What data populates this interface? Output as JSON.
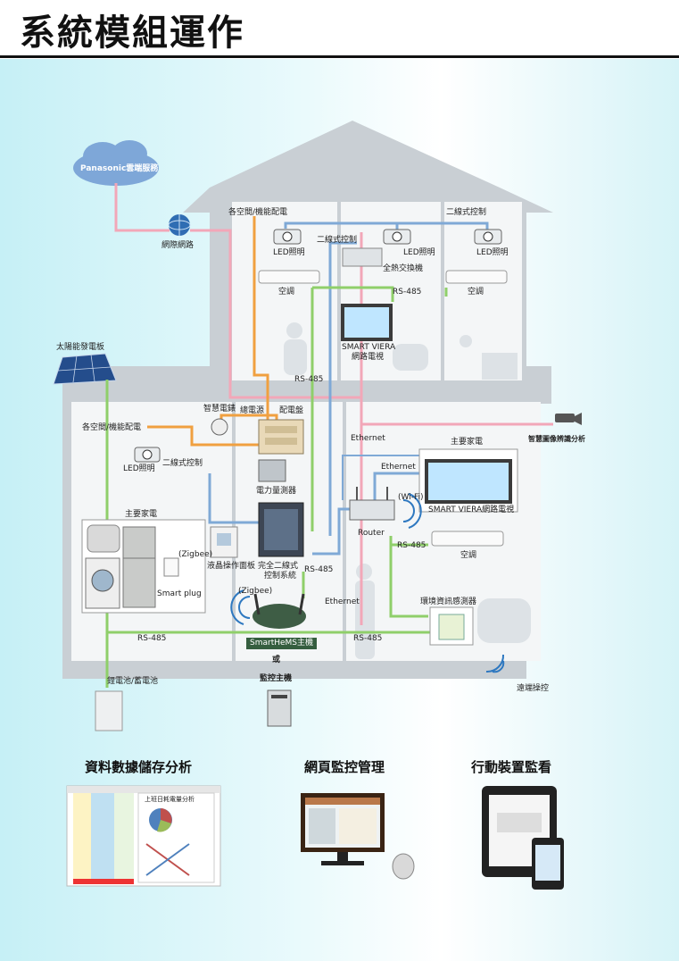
{
  "title": "系統模組運作",
  "cloud": "Panasonic雲端服務",
  "internet": "網際網路",
  "solar": "太陽能發電板",
  "floor2": {
    "wiring": "各空間/機能配電",
    "two_wire_top": "二線式控制",
    "two_wire_mid": "二線式控制",
    "led_left": "LED照明",
    "led_mid": "LED照明",
    "led_right": "LED照明",
    "erv": "全熱交換機",
    "ac_left": "空調",
    "ac_right": "空調",
    "rs485": "RS-485",
    "tv_screen": "SMART VIERA",
    "tv_label": "網路電視"
  },
  "floor1": {
    "rs485_top": "RS-485",
    "smart_meter": "智慧電錶",
    "main_power": "總電源",
    "panel": "配電盤",
    "wiring": "各空間/機能配電",
    "ethernet_top": "Ethernet",
    "camera": "智慧圖像辨識分析",
    "led": "LED照明",
    "two_wire": "二線式控制",
    "power_meter": "電力量測器",
    "ethernet_mid": "Ethernet",
    "appliances_right": "主要家電",
    "wifi": "(Wi-Fi)",
    "router": "Router",
    "tv": "SMART VIERA網路電視",
    "appliances_left": "主要家電",
    "zigbee_left": "(Zigbee)",
    "lcd_panel": "液晶操作面板",
    "full_two_wire_1": "完全二線式",
    "full_two_wire_2": "控制系統",
    "rs485_mid": "RS-485",
    "rs485_right": "RS-485",
    "ac": "空調",
    "smart_plug": "Smart plug",
    "zigbee_bottom": "(Zigbee)",
    "ethernet_bottom": "Ethernet",
    "env_sensor": "環境資訊感測器",
    "rs485_bottom_left": "RS-485",
    "rs485_bottom_right": "RS-485",
    "hems": "SmartHeMS主機"
  },
  "or_text": "或",
  "monitor_host": "監控主機",
  "battery": "鋰電池/蓄電池",
  "remote": "遠端操控",
  "bottom": {
    "data": "資料數據儲存分析",
    "web": "網頁監控管理",
    "mobile": "行動裝置監看",
    "spreadsheet_title": "上班日耗電量分析"
  },
  "colors": {
    "pink": "#f2a7b8",
    "blue": "#7fa9d6",
    "orange": "#f0a040",
    "green": "#8fcf6a",
    "house": "#c9cfd4"
  }
}
